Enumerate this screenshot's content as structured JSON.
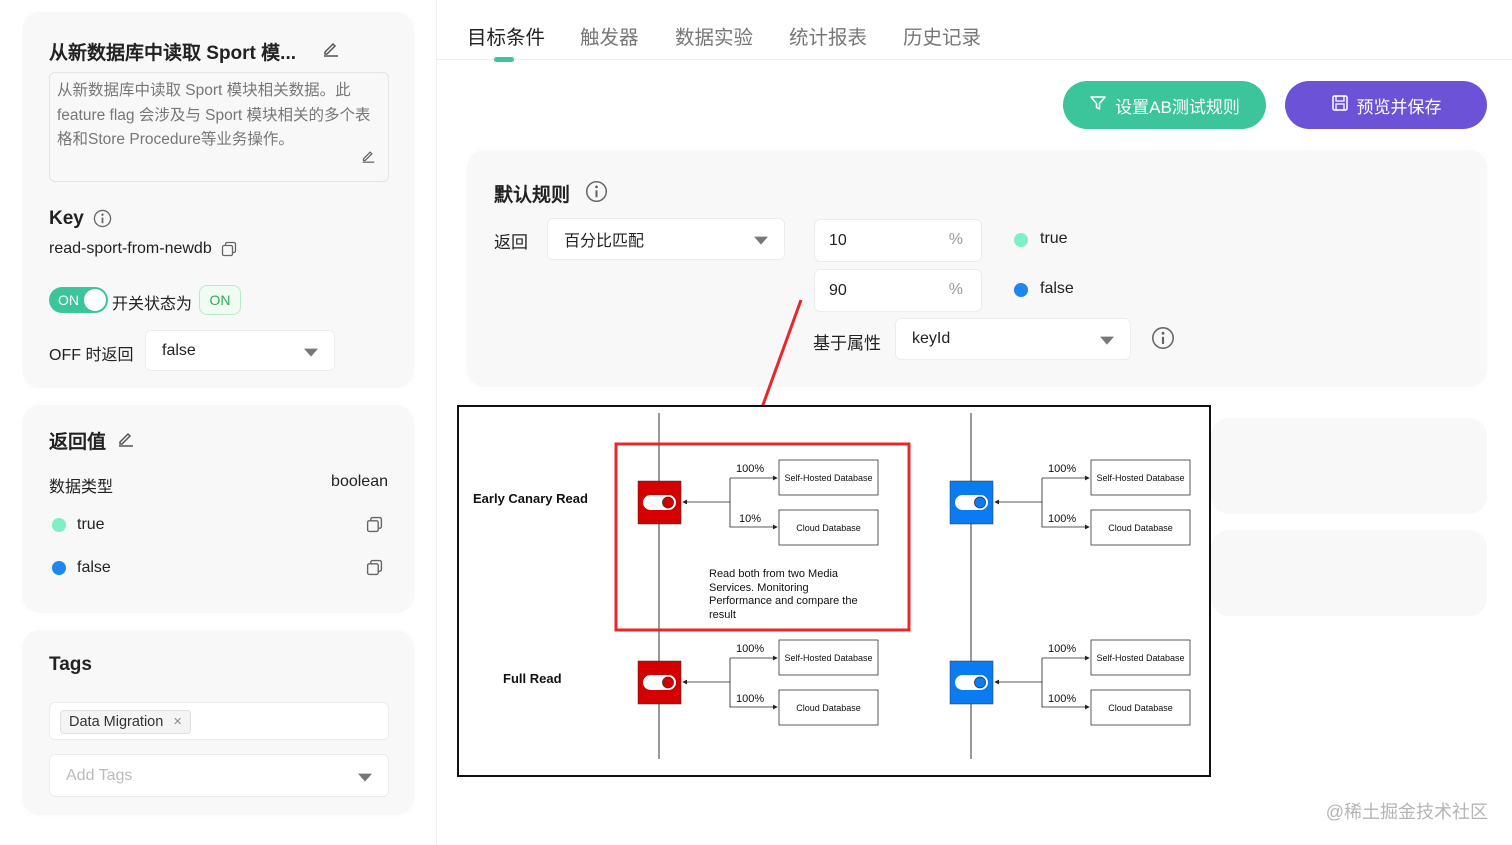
{
  "flag": {
    "title": "从新数据库中读取 Sport 模...",
    "description": "从新数据库中读取 Sport 模块相关数据。此 feature flag 会涉及与 Sport 模块相关的多个表格和Store Procedure等业务操作。",
    "key_label": "Key",
    "key_value": "read-sport-from-newdb",
    "toggle_label": "ON",
    "status_label": "开关状态为",
    "status_badge": "ON",
    "off_return_label": "OFF 时返回",
    "off_return_value": "false"
  },
  "return_value": {
    "title": "返回值",
    "type_label": "数据类型",
    "type_value": "boolean",
    "options": [
      {
        "label": "true",
        "color": "#7ef0c5"
      },
      {
        "label": "false",
        "color": "#1f86ef"
      }
    ]
  },
  "tags": {
    "title": "Tags",
    "items": [
      "Data Migration"
    ],
    "placeholder": "Add Tags"
  },
  "tabs": [
    "目标条件",
    "触发器",
    "数据实验",
    "统计报表",
    "历史记录"
  ],
  "actions": {
    "ab_rule": "设置AB测试规则",
    "preview_save": "预览并保存"
  },
  "default_rule": {
    "title": "默认规则",
    "return_label": "返回",
    "match_type": "百分比匹配",
    "splits": [
      {
        "value": "10",
        "unit": "%",
        "label": "true",
        "color": "#7ef0c5"
      },
      {
        "value": "90",
        "unit": "%",
        "label": "false",
        "color": "#1f86ef"
      }
    ],
    "attribute_label": "基于属性",
    "attribute_value": "keyId"
  },
  "diagram": {
    "rows": [
      {
        "name": "Early Canary Read",
        "left": {
          "self_pct": "100%",
          "cloud_pct": "10%"
        },
        "right": {
          "self_pct": "100%",
          "cloud_pct": "100%"
        },
        "note": [
          "Read both from two Media",
          "Services. Monitoring",
          "Performance and compare the",
          "result"
        ]
      },
      {
        "name": "Full Read",
        "left": {
          "self_pct": "100%",
          "cloud_pct": "100%"
        },
        "right": {
          "self_pct": "100%",
          "cloud_pct": "100%"
        }
      }
    ],
    "self_hosted_label": "Self-Hosted Database",
    "cloud_label": "Cloud Database",
    "colors": {
      "red": "#d40000",
      "blue": "#0a7bf0",
      "highlight": "#e82828"
    }
  },
  "watermark": "@稀土掘金技术社区"
}
